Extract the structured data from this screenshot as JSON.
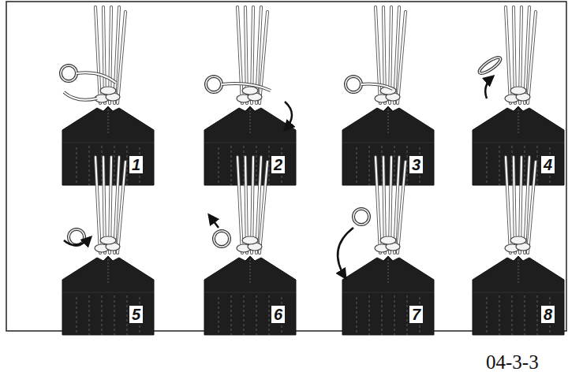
{
  "diagram": {
    "labels": [
      "1",
      "2",
      "3",
      "4",
      "5",
      "6",
      "7",
      "8",
      "04-3-3"
    ]
  }
}
